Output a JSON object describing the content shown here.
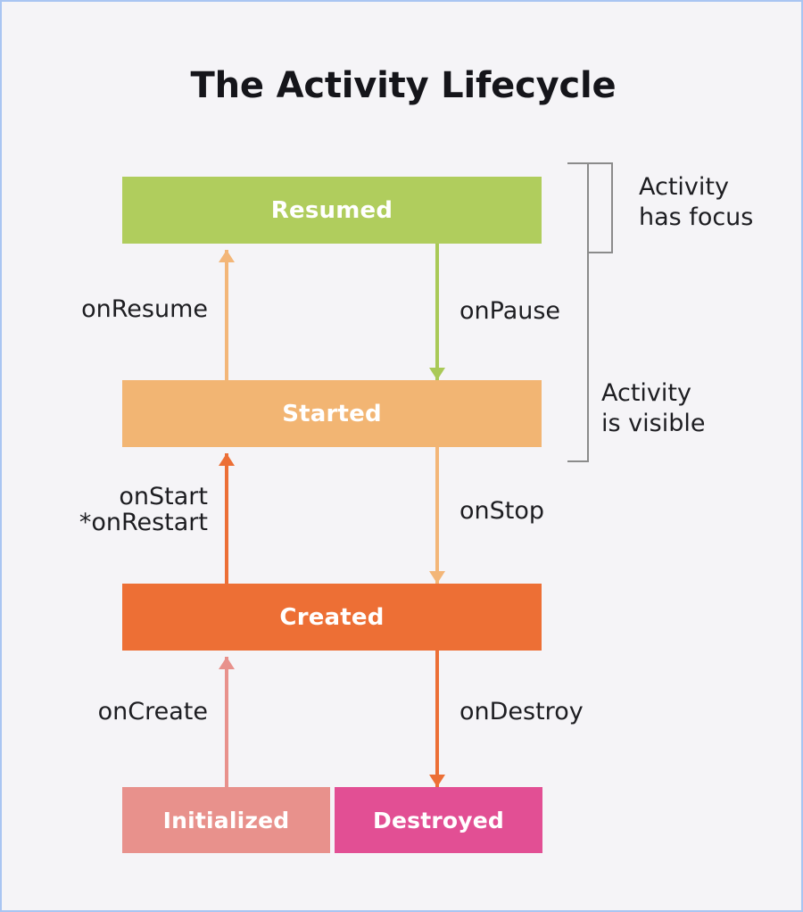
{
  "diagram": {
    "title": "The Activity Lifecycle",
    "background_color": "#f5f4f7",
    "border_color": "#a9c5f2",
    "states": [
      {
        "id": "resumed",
        "label": "Resumed",
        "color": "#b0cd5d"
      },
      {
        "id": "started",
        "label": "Started",
        "color": "#f2b573"
      },
      {
        "id": "created",
        "label": "Created",
        "color": "#ed6f35"
      },
      {
        "id": "initialized",
        "label": "Initialized",
        "color": "#e8918c"
      },
      {
        "id": "destroyed",
        "label": "Destroyed",
        "color": "#e24f94"
      }
    ],
    "transitions": [
      {
        "id": "onresume",
        "label": "onResume",
        "from": "Started",
        "to": "Resumed",
        "direction": "up",
        "color": "#f3b678"
      },
      {
        "id": "onpause",
        "label": "onPause",
        "from": "Resumed",
        "to": "Started",
        "direction": "down",
        "color": "#a9c957"
      },
      {
        "id": "onstart",
        "label": "onStart\n*onRestart",
        "from": "Created",
        "to": "Started",
        "direction": "up",
        "color": "#ec6f36"
      },
      {
        "id": "onstop",
        "label": "onStop",
        "from": "Started",
        "to": "Created",
        "direction": "down",
        "color": "#f3b678"
      },
      {
        "id": "oncreate",
        "label": "onCreate",
        "from": "Initialized",
        "to": "Created",
        "direction": "up",
        "color": "#e8918c"
      },
      {
        "id": "ondestroy",
        "label": "onDestroy",
        "from": "Created",
        "to": "Destroyed",
        "direction": "down",
        "color": "#ec6f36"
      }
    ],
    "annotations": [
      {
        "id": "has-focus",
        "label": "Activity\nhas focus",
        "covers": [
          "Resumed"
        ]
      },
      {
        "id": "is-visible",
        "label": "Activity\nis visible",
        "covers": [
          "Resumed",
          "Started"
        ]
      }
    ]
  }
}
